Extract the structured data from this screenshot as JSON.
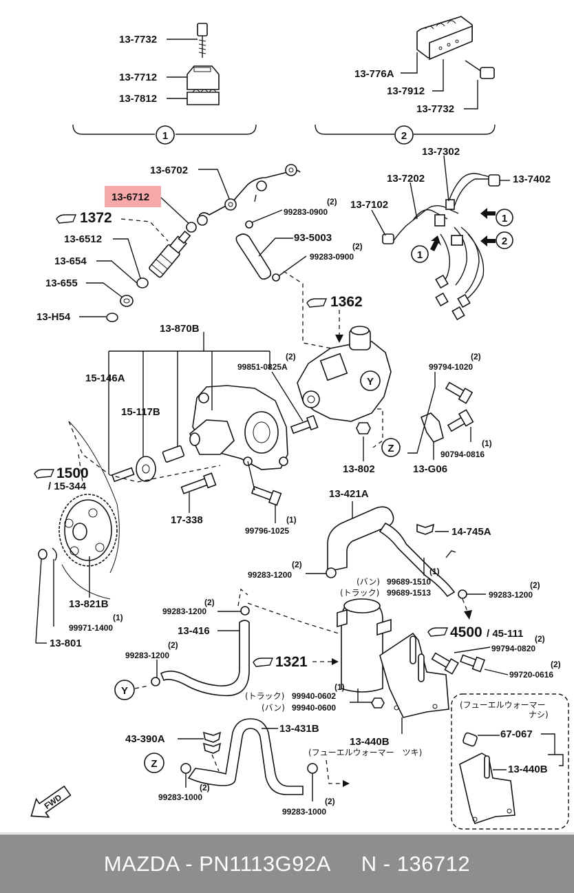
{
  "labels": {
    "l_7732a": "13-7732",
    "l_7712": "13-7712",
    "l_7812": "13-7812",
    "l_776a": "13-776A",
    "l_7912": "13-7912",
    "l_7732b": "13-7732",
    "l_6702": "13-6702",
    "l_6712": "13-6712",
    "l_1372": "1372",
    "l_6512": "13-6512",
    "l_654": "13-654",
    "l_655": "13-655",
    "l_h54": "13-H54",
    "l_0900a_qty": "(2)",
    "l_0900a": "99283-0900",
    "l_5003": "93-5003",
    "l_0900b_qty": "(2)",
    "l_0900b": "99283-0900",
    "l_1362": "1362",
    "l_7302": "13-7302",
    "l_7202": "13-7202",
    "l_7402": "13-7402",
    "l_7102": "13-7102",
    "l_870b": "13-870B",
    "l_146a": "15-146A",
    "l_117b": "15-117B",
    "l_0825_qty": "(2)",
    "l_0825": "99851-0825A",
    "l_1020_qty": "(2)",
    "l_1020": "99794-1020",
    "l_0816_qty": "(1)",
    "l_0816": "90794-0816",
    "l_1500": "1500",
    "l_15344": "/ 15-344",
    "l_802": "13-802",
    "l_g06": "13-G06",
    "l_338": "17-338",
    "l_1025_qty": "(1)",
    "l_1025": "99796-1025",
    "l_421a": "13-421A",
    "l_745a": "14-745A",
    "l_1200a_qty": "(2)",
    "l_1200a": "99283-1200",
    "l_1510_qty": "(1)",
    "l_1510_pre": "(バン)",
    "l_1510": "99689-1510",
    "l_1513_pre": "(トラック)",
    "l_1513": "99689-1513",
    "l_1200b_qty": "(2)",
    "l_1200b": "99283-1200",
    "l_821b": "13-821B",
    "l_1400_qty": "(1)",
    "l_1400": "99971-1400",
    "l_801": "13-801",
    "l_1200c_qty": "(2)",
    "l_1200c": "99283-1200",
    "l_416": "13-416",
    "l_4500": "4500",
    "l_45111": "/ 45-111",
    "l_0820_qty": "(2)",
    "l_0820": "99794-0820",
    "l_1200d_qty": "(2)",
    "l_1200d": "99283-1200",
    "l_1321": "1321",
    "l_0616_qty": "(2)",
    "l_0616": "99720-0616",
    "l_0602_qty": "(1)",
    "l_0602_pre": "(トラック)",
    "l_0602": "99940-0602",
    "l_0600_pre": "(バン)",
    "l_0600": "99940-0600",
    "l_fuel_nashi_1": "(フューエルウォーマー",
    "l_fuel_nashi_2": "ナシ)",
    "l_067": "67-067",
    "l_440b_box": "13-440B",
    "l_390a": "43-390A",
    "l_431b": "13-431B",
    "l_440b": "13-440B",
    "l_fuel_tsuki": "(フューエルウォーマー　ツキ)",
    "l_1000a_qty": "(2)",
    "l_1000a": "99283-1000",
    "l_1000b_qty": "(2)",
    "l_1000b": "99283-1000",
    "fwd": "FWD",
    "circ_1": "1",
    "circ_2": "2",
    "circ_1b": "1",
    "circ_2b": "2",
    "circ_1c": "1",
    "circ_y": "Y",
    "circ_y2": "Y",
    "circ_z": "Z",
    "circ_z2": "Z"
  },
  "highlighted_part": "13-6712",
  "highlight_color": "#f7a8a8",
  "footer": {
    "brand": "MAZDA",
    "sep1": " - ",
    "part_number": "PN1113G92A",
    "gap": "     ",
    "prefix": "N",
    "sep2": " - ",
    "catalog_no": "136712"
  },
  "footer_bg": "#8e8e8e"
}
